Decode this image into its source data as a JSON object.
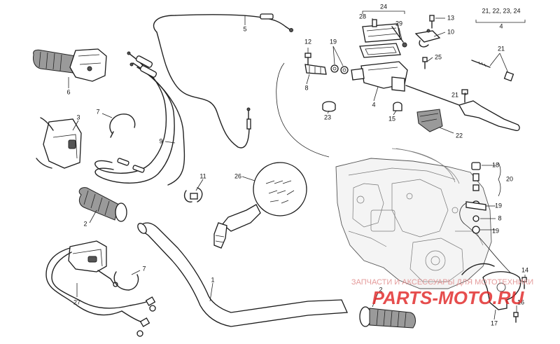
{
  "callouts": {
    "c1": "1",
    "c2a": "2",
    "c2b": "2",
    "c3": "3",
    "c4": "4",
    "c4top": "4",
    "c5": "5",
    "c6": "6",
    "c7a": "7",
    "c7b": "7",
    "c8a": "8",
    "c8b": "8",
    "c9": "9",
    "c10": "10",
    "c11": "11",
    "c12": "12",
    "c13": "13",
    "c14": "14",
    "c15": "15",
    "c16": "16",
    "c17": "17",
    "c18": "18",
    "c19a": "19",
    "c19b": "19",
    "c19c": "19",
    "c20": "20",
    "c21a": "21",
    "c21b": "21",
    "c22": "22",
    "c23": "23",
    "c24": "24",
    "c25": "25",
    "c26": "26",
    "c27": "27",
    "c28": "28",
    "c29": "29"
  },
  "group_label": "21, 22, 23, 24",
  "watermark": {
    "text_ru": "ЗАПЧАСТИ И АКСЕССУАРЫ ДЛЯ МОТОТЕХНИКИ",
    "logo": "PARTS-MOTO.RU"
  },
  "colors": {
    "line": "#222222",
    "watermark": "#e08a8a",
    "logo": "#e02222"
  }
}
